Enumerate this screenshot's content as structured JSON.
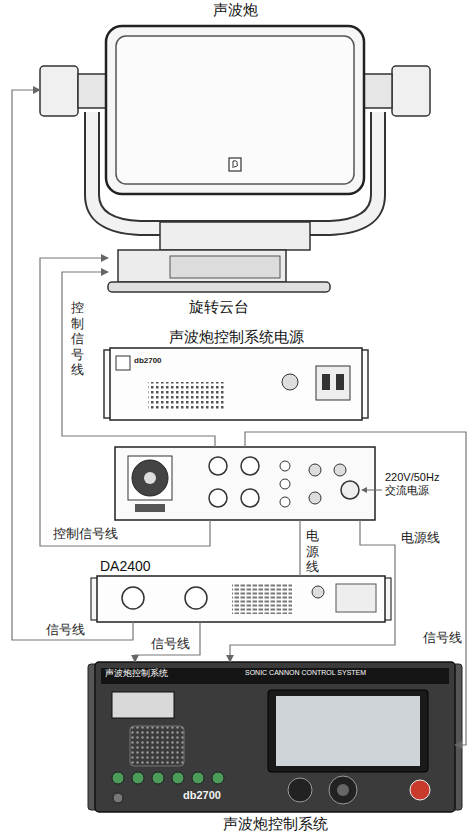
{
  "diagram": {
    "nodes": [
      {
        "text": [
          "声波炮"
        ]
      },
      {
        "text": [
          "旋转云台"
        ]
      },
      {
        "text": [
          "声波炮控制系统电源",
          "db2700"
        ]
      },
      {
        "text": [
          "220V/50Hz 交流电源"
        ]
      },
      {
        "text": [
          "DA2400"
        ]
      },
      {
        "text": [
          "声波炮控制系统",
          "SONIC CANNON CONTROL SYSTEM",
          "db2700",
          "声波炮控制系统"
        ]
      }
    ],
    "edges": [
      {
        "from": 3,
        "to": 1,
        "arrow": "to",
        "label": "控制信号线"
      },
      {
        "from": 3,
        "to": 1,
        "arrow": "to",
        "label": "控制信号线"
      },
      {
        "from": 4,
        "to": 0,
        "arrow": "to",
        "label": "信号线"
      },
      {
        "from": 4,
        "to": 5,
        "arrow": "to",
        "label": "信号线"
      },
      {
        "from": 3,
        "to": 4,
        "arrow": "none",
        "label": "电源线"
      },
      {
        "from": 3,
        "to": 5,
        "arrow": "to",
        "label": "电源线"
      },
      {
        "from": 3,
        "to": 5,
        "arrow": "to",
        "label": "信号线"
      }
    ]
  }
}
